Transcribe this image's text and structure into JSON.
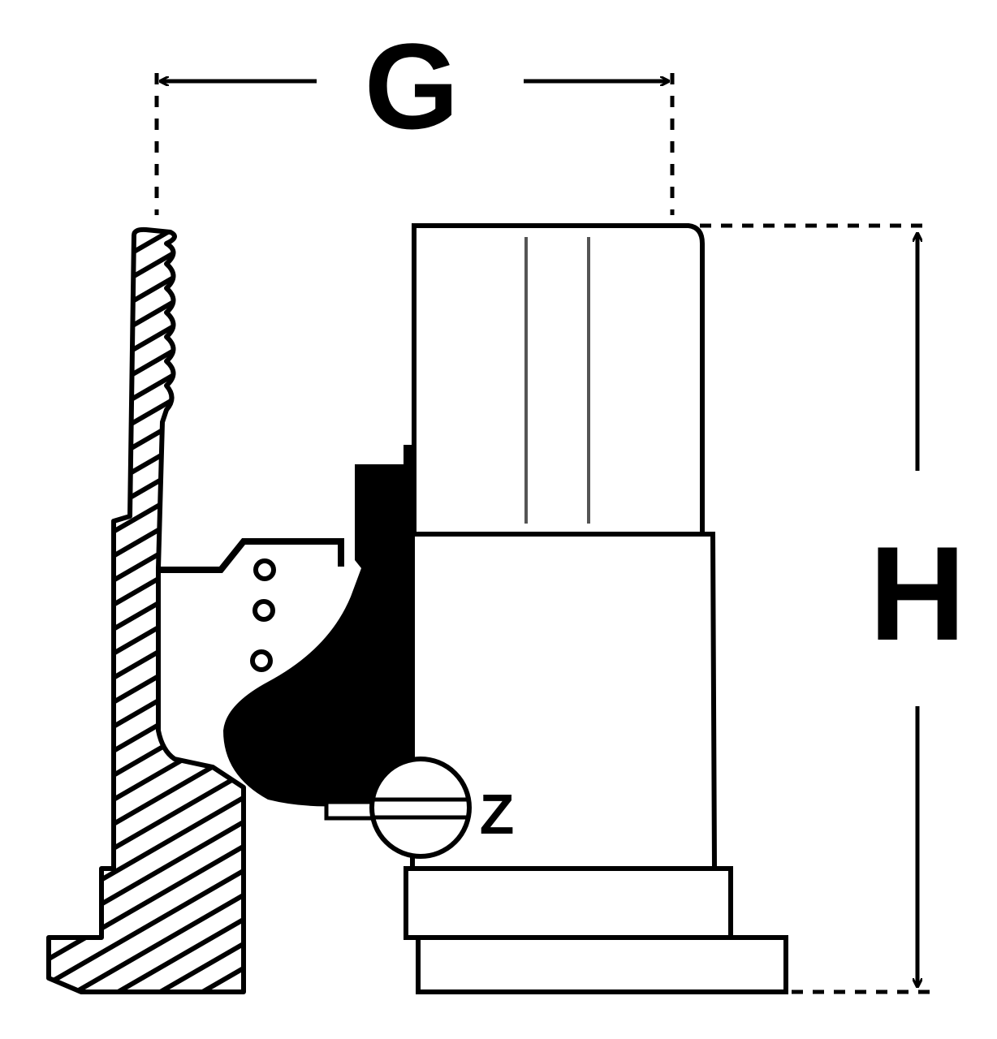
{
  "diagram": {
    "labels": {
      "width_dimension": "G",
      "height_dimension": "H",
      "detail_marker": "Z"
    },
    "colors": {
      "line": "#000000",
      "background": "#ffffff"
    }
  }
}
